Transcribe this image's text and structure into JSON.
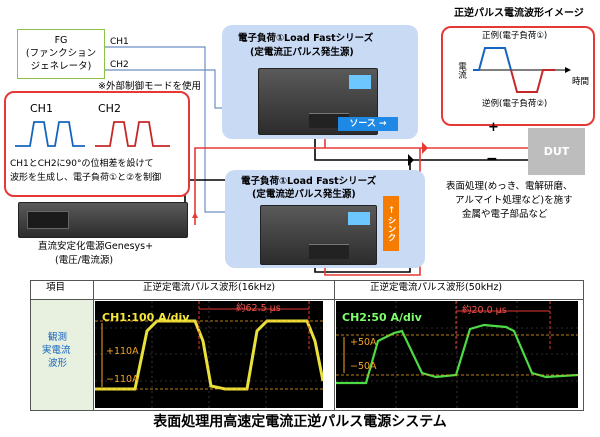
{
  "fg": {
    "line1": "FG",
    "line2": "(ファンクション",
    "line3": "ジェネレータ)"
  },
  "ch1_label": "CH1",
  "ch2_label": "CH2",
  "external_note": "※外部制御モードを使用",
  "load1": {
    "title1": "電子負荷①Load Fastシリーズ",
    "title2": "(定電流正パルス発生源)",
    "tag": "ソース →"
  },
  "load2": {
    "title1": "電子負荷①Load Fastシリーズ",
    "title2": "(定電流逆パルス発生源)",
    "tag": "← シンク"
  },
  "callout": {
    "ch1": "CH1",
    "ch2": "CH2",
    "desc1": "CH1とCH2に90°の位相差を設けて",
    "desc2": "波形を生成し、電子負荷①と②を制御"
  },
  "psu": {
    "line1": "直流安定化電源Genesys+",
    "line2": "(電圧/電流源)"
  },
  "wave_image": {
    "title": "正逆パルス電流波形イメージ",
    "pos": "正例(電子負荷①)",
    "neg": "逆例(電子負荷②)",
    "axis_y": "電流",
    "axis_x": "時間"
  },
  "dut": {
    "label": "DUT",
    "plus": "+",
    "minus": "−"
  },
  "dut_desc": {
    "l1": "表面処理(めっき、電解研磨、",
    "l2": "アルマイト処理など)を施す",
    "l3": "金属や電子部品など"
  },
  "table": {
    "h_item": "項目",
    "h_16k": "正逆定電流パルス波形(16kHz)",
    "h_50k": "正逆定電流パルス波形(50kHz)",
    "row_label": [
      "観測",
      "実電流",
      "波形"
    ],
    "scope1": {
      "ch": "CH1:100 A/div",
      "period": "約62.5 μs",
      "pos": "+110A",
      "neg": "−110A"
    },
    "scope2": {
      "ch": "CH2:50 A/div",
      "period": "約20.0 μs",
      "pos": "+50A",
      "neg": "−50A"
    }
  },
  "caption": "表面処理用高速定電流正逆パルス電源システム"
}
